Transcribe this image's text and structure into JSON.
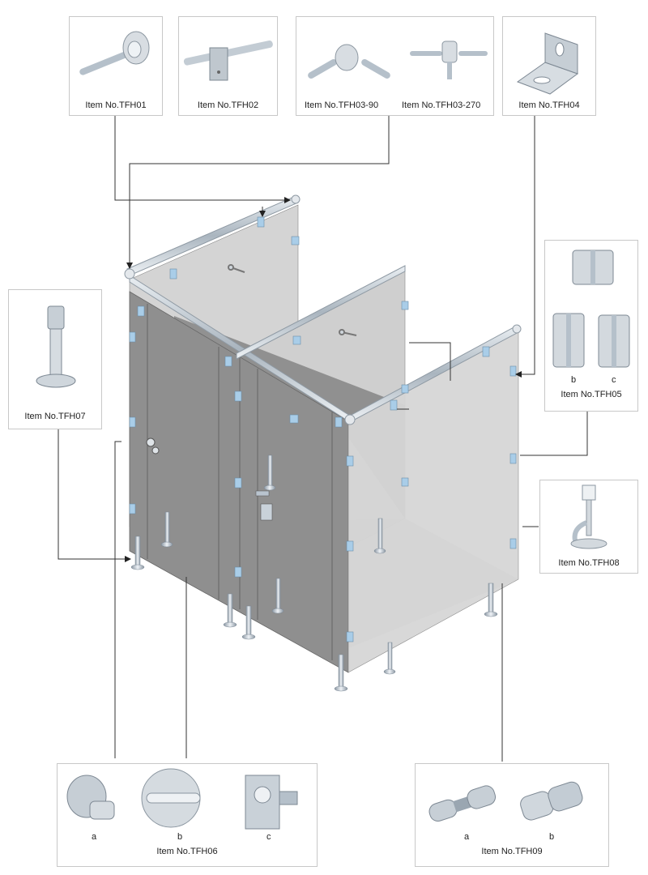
{
  "items": {
    "tfh01": {
      "label": "Item No.TFH01"
    },
    "tfh02": {
      "label": "Item No.TFH02"
    },
    "tfh03_90": {
      "label": "Item No.TFH03-90"
    },
    "tfh03_270": {
      "label": "Item No.TFH03-270"
    },
    "tfh04": {
      "label": "Item No.TFH04"
    },
    "tfh05": {
      "label": "Item No.TFH05",
      "sub_b": "b",
      "sub_c": "c"
    },
    "tfh06": {
      "label": "Item No.TFH06",
      "sub_a": "a",
      "sub_b": "b",
      "sub_c": "c"
    },
    "tfh07": {
      "label": "Item No.TFH07"
    },
    "tfh08": {
      "label": "Item No.TFH08"
    },
    "tfh09": {
      "label": "Item No.TFH09",
      "sub_a": "a",
      "sub_b": "b"
    }
  },
  "colors": {
    "panel_dark": "#8d8d8d",
    "panel_light": "#d2d2d2",
    "metal": "#b9c4cf",
    "bracket": "#a9cde8",
    "line": "#333333"
  }
}
